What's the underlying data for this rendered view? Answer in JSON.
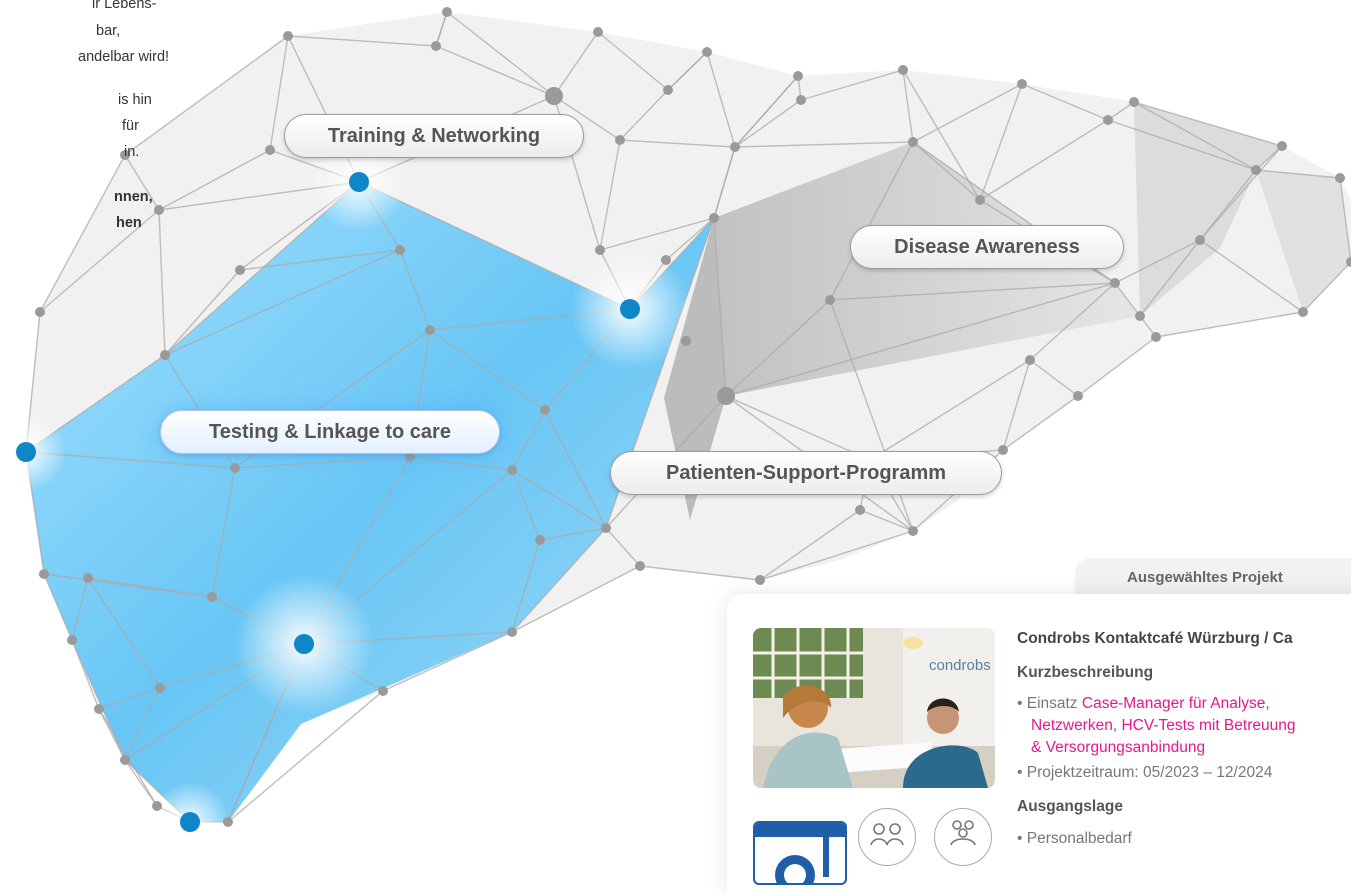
{
  "intro": {
    "lines": [
      "ir Lebens-",
      "bar,",
      "andelbar wird!",
      "is hin",
      "für",
      "in.",
      "nnen,",
      "hen"
    ]
  },
  "map": {
    "pills": {
      "training": "Training & Networking",
      "disease": "Disease Awareness",
      "testing": "Testing & Linkage to care",
      "patient": "Patienten-Support-Programm"
    },
    "active_pill": "testing",
    "colors": {
      "accent": "#0e86c8",
      "highlight": "#6fcaf7",
      "mesh": "#a9a9a9",
      "magenta": "#e6188c"
    }
  },
  "project": {
    "label": "Ausgewähltes Projekt",
    "title": "Condrobs Kontaktcafé Würzburg / Ca",
    "sections": {
      "kurz_heading": "Kurzbeschreibung",
      "bullet1_prefix": "• Einsatz ",
      "bullet1_highlight_l1": "Case-Manager für Analyse,",
      "bullet1_highlight_l2": "Netzwerken, HCV-Tests mit Betreuung",
      "bullet1_highlight_l3": "& Versorgungsanbindung",
      "bullet2": "• Projektzeitraum: 05/2023 – 12/2024",
      "ausgang_heading": "Ausgangslage",
      "bullet3": "• Personalbedarf"
    },
    "photo_sign": "condrobs",
    "icons": [
      "people-icon",
      "group-icon"
    ]
  }
}
